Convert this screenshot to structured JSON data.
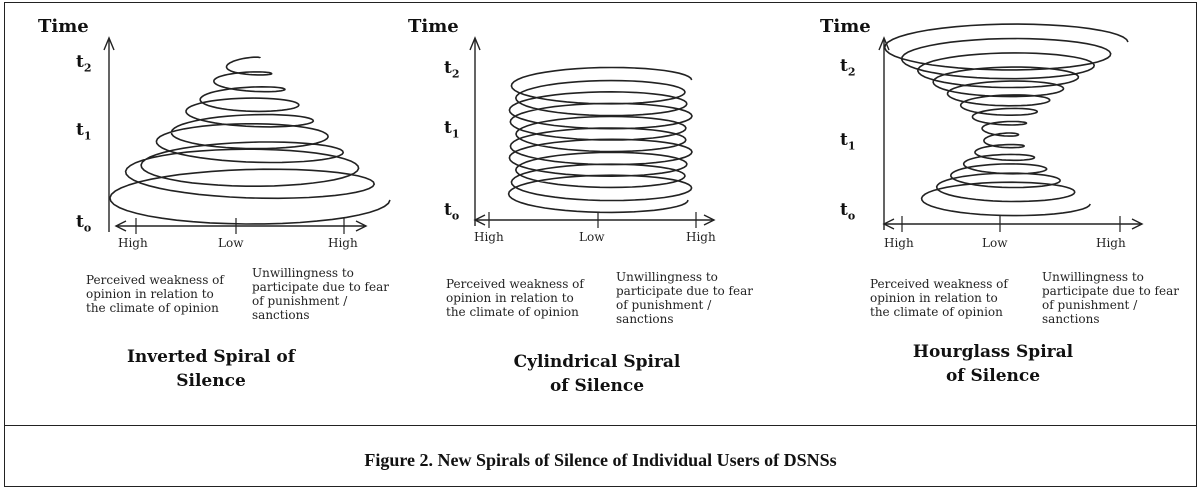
{
  "panels": [
    {
      "time_label": "Time",
      "ticks": {
        "t2": "t",
        "t2_sub": "2",
        "t1": "t",
        "t1_sub": "1",
        "t0": "t",
        "t0_sub": "o"
      },
      "x_labels": {
        "left": "High",
        "middle": "Low",
        "right": "High"
      },
      "desc_left": [
        "Perceived weakness of",
        "opinion in relation to",
        "the climate of opinion"
      ],
      "desc_right": [
        "Unwillingness to",
        "participate due to fear",
        "of punishment /",
        "sanctions"
      ],
      "title": [
        "Inverted Spiral of",
        "Silence"
      ]
    },
    {
      "time_label": "Time",
      "ticks": {
        "t2": "t",
        "t2_sub": "2",
        "t1": "t",
        "t1_sub": "1",
        "t0": "t",
        "t0_sub": "o"
      },
      "x_labels": {
        "left": "High",
        "middle": "Low",
        "right": "High"
      },
      "desc_left": [
        "Perceived weakness of",
        "opinion in relation to",
        "the climate of opinion"
      ],
      "desc_right": [
        "Unwillingness to",
        "participate due to fear",
        "of punishment /",
        "sanctions"
      ],
      "title": [
        "Cylindrical Spiral",
        "of Silence"
      ]
    },
    {
      "time_label": "Time",
      "ticks": {
        "t2": "t",
        "t2_sub": "2",
        "t1": "t",
        "t1_sub": "1",
        "t0": "t",
        "t0_sub": "o"
      },
      "x_labels": {
        "left": "High",
        "middle": "Low",
        "right": "High"
      },
      "desc_left": [
        "Perceived weakness of",
        "opinion in relation to",
        "the climate of opinion"
      ],
      "desc_right": [
        "Unwillingness to",
        "participate due to fear",
        "of punishment /",
        "sanctions"
      ],
      "title": [
        "Hourglass Spiral",
        "of Silence"
      ]
    }
  ],
  "caption": "Figure 2. New Spirals of Silence of Individual Users of DSNSs",
  "colors": {
    "line": "#222222",
    "border": "#222222"
  }
}
